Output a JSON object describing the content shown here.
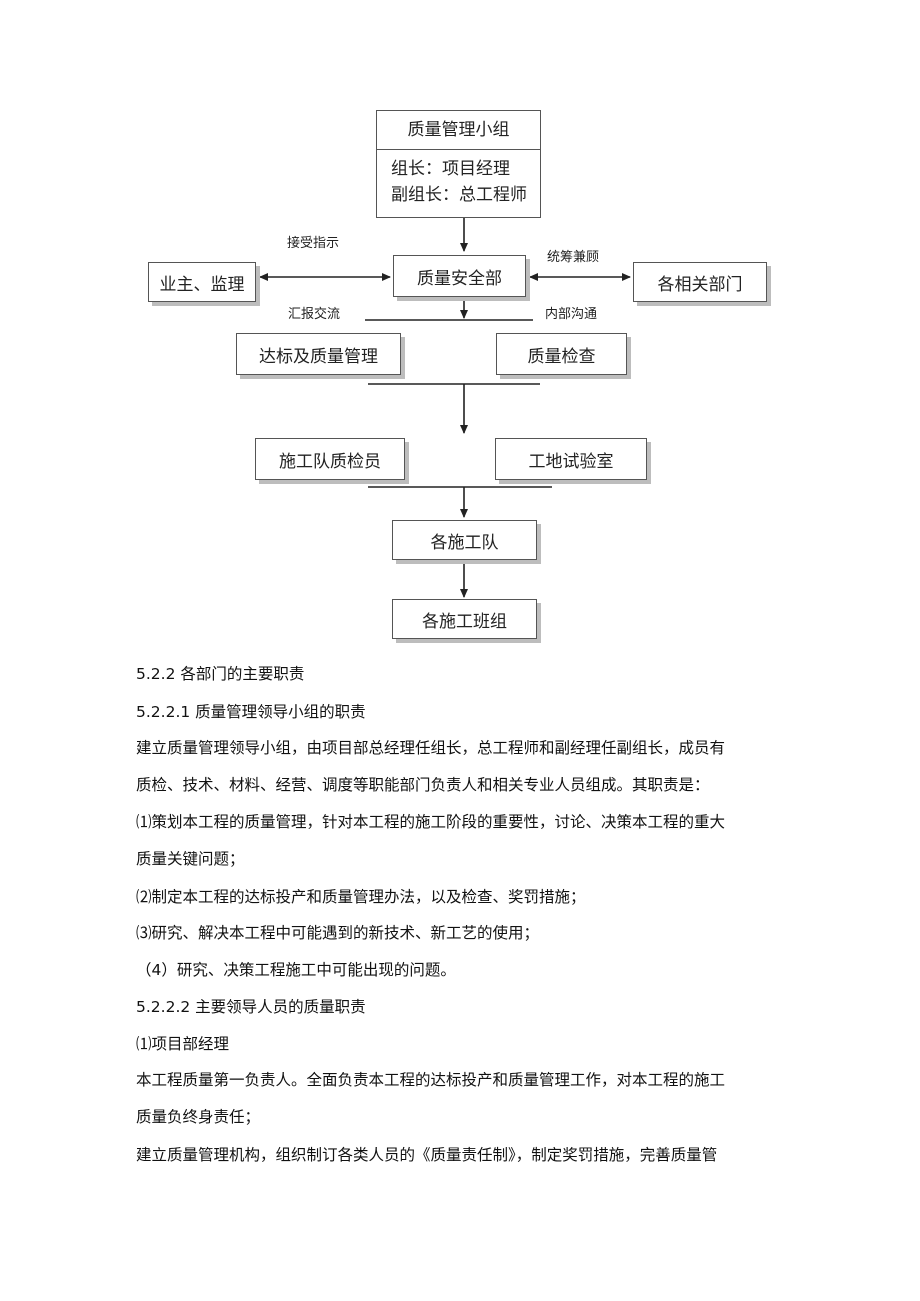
{
  "diagram": {
    "top_box": {
      "title": "质量管理小组",
      "line1": "组长：项目经理",
      "line2": "副组长：总工程师"
    },
    "edge_labels": {
      "accept": "接受指示",
      "coord": "统筹兼顾",
      "report": "汇报交流",
      "internal": "内部沟通"
    },
    "nodes": {
      "owner": "业主、监理",
      "qsd": "质量安全部",
      "depts": "各相关部门",
      "standard": "达标及质量管理",
      "inspect": "质量检查",
      "qc": "施工队质检员",
      "lab": "工地试验室",
      "teams": "各施工队",
      "groups": "各施工班组"
    }
  },
  "text": {
    "h1": "5.2.2 各部门的主要职责",
    "h2": "5.2.2.1 质量管理领导小组的职责",
    "p1a": "建立质量管理领导小组，由项目部总经理任组长，总工程师和副经理任副组长，成员有",
    "p1b": "质检、技术、材料、经营、调度等职能部门负责人和相关专业人员组成。其职责是：",
    "item1a": "⑴策划本工程的质量管理，针对本工程的施工阶段的重要性，讨论、决策本工程的重大",
    "item1b": "质量关键问题；",
    "item2": "⑵制定本工程的达标投产和质量管理办法，以及检查、奖罚措施；",
    "item3": "⑶研究、解决本工程中可能遇到的新技术、新工艺的使用；",
    "item4": "（4）研究、决策工程施工中可能出现的问题。",
    "h3": "5.2.2.2 主要领导人员的质量职责",
    "h4": "⑴项目部经理",
    "p2a": "本工程质量第一负责人。全面负责本工程的达标投产和质量管理工作，对本工程的施工",
    "p2b": "质量负终身责任；",
    "p3": "建立质量管理机构，组织制订各类人员的《质量责任制》，制定奖罚措施，完善质量管"
  }
}
